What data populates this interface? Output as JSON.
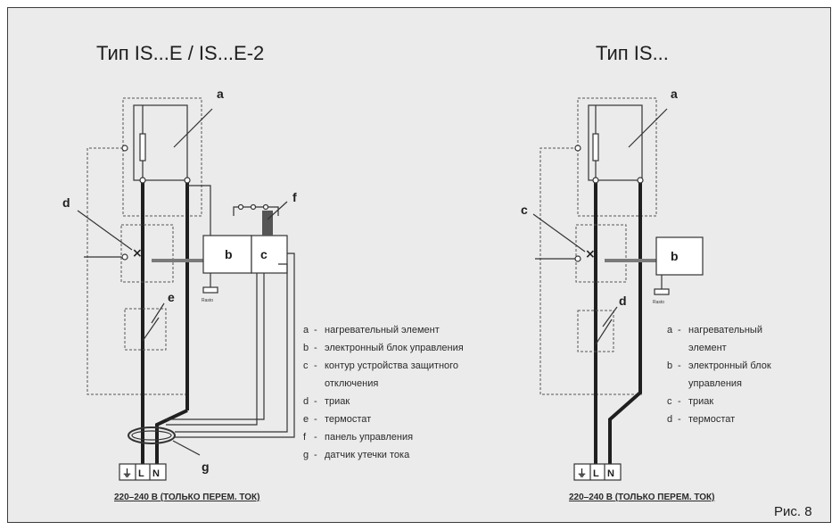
{
  "left_diagram": {
    "title": "Тип IS...E / IS...E-2",
    "labels": {
      "a": "a",
      "b": "b",
      "c": "c",
      "d": "d",
      "e": "e",
      "f": "f",
      "g": "g"
    },
    "small_text": "Rasto",
    "terminals": {
      "pe": "⏚",
      "l": "L",
      "n": "N"
    },
    "voltage": "220–240 В (ТОЛЬКО ПЕРЕМ. ТОК)",
    "legend": [
      {
        "key": "a",
        "sep": "-",
        "text": "нагревательный элемент"
      },
      {
        "key": "b",
        "sep": "-",
        "text": "электронный блок управления"
      },
      {
        "key": "c",
        "sep": "-",
        "text": "контур устройства защитного"
      },
      {
        "key": "",
        "sep": "",
        "text": "отключения"
      },
      {
        "key": "d",
        "sep": "-",
        "text": "триак"
      },
      {
        "key": "e",
        "sep": "-",
        "text": "термостат"
      },
      {
        "key": "f",
        "sep": "-",
        "text": "панель управления"
      },
      {
        "key": "g",
        "sep": "-",
        "text": "датчик утечки тока"
      }
    ]
  },
  "right_diagram": {
    "title": "Тип IS...",
    "labels": {
      "a": "a",
      "b": "b",
      "c": "c",
      "d": "d"
    },
    "small_text": "Rasto",
    "terminals": {
      "pe": "⏚",
      "l": "L",
      "n": "N"
    },
    "voltage": "220–240 В (ТОЛЬКО ПЕРЕМ. ТОК)",
    "legend": [
      {
        "key": "a",
        "sep": "-",
        "text": "нагревательный"
      },
      {
        "key": "",
        "sep": "",
        "text": "элемент"
      },
      {
        "key": "b",
        "sep": "-",
        "text": "электронный блок"
      },
      {
        "key": "",
        "sep": "",
        "text": "управления"
      },
      {
        "key": "c",
        "sep": "-",
        "text": "триак"
      },
      {
        "key": "d",
        "sep": "-",
        "text": "термостат"
      }
    ]
  },
  "figure_label": "Рис. 8"
}
